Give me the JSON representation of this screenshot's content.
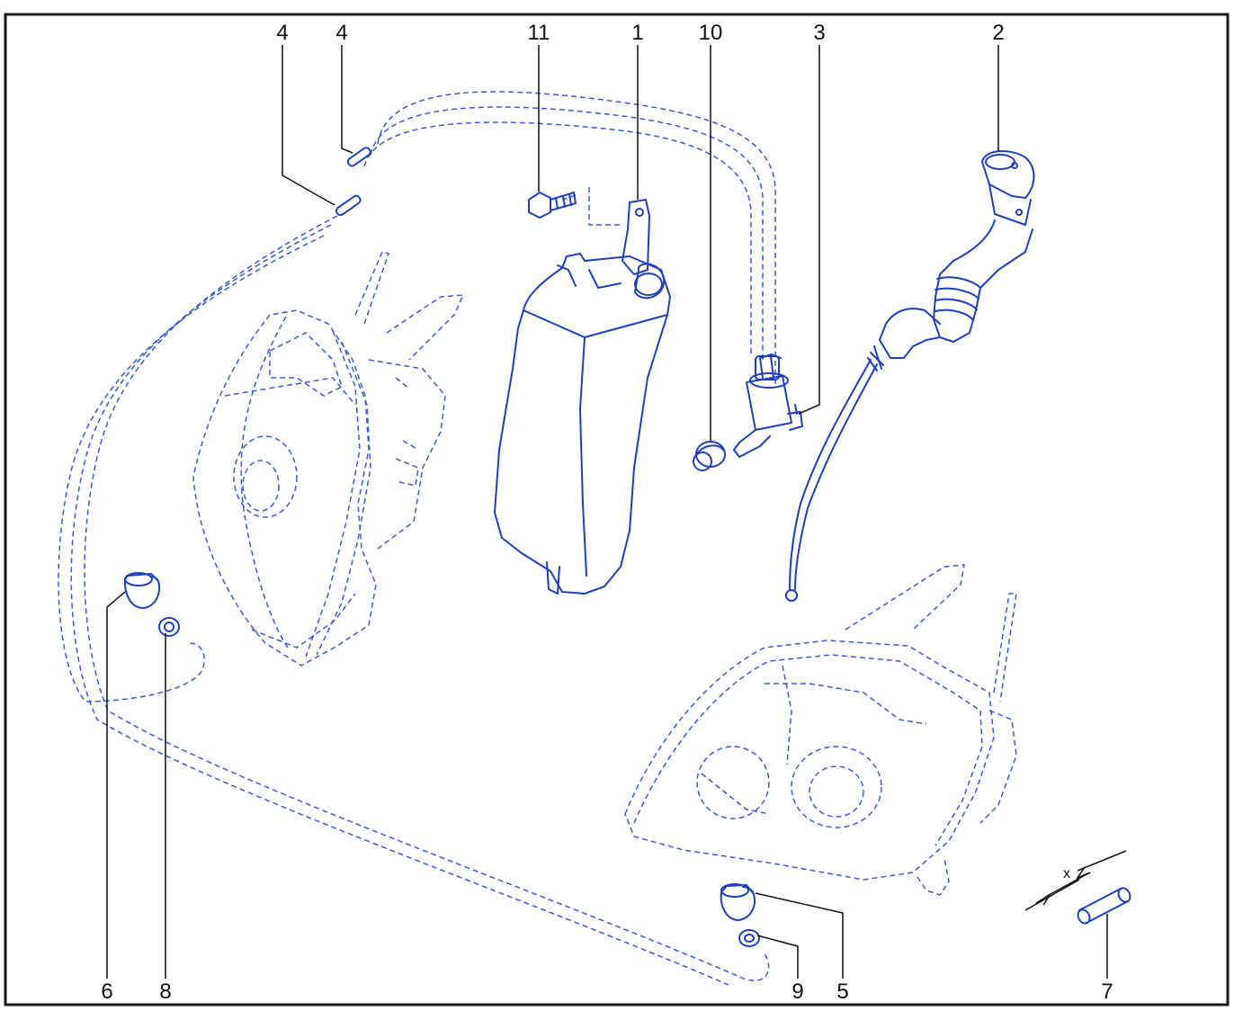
{
  "diagram": {
    "colors": {
      "line": "#1f3fbf",
      "dash": "#3a5bd0",
      "leader": "#111111",
      "frame": "#1a1a1a"
    },
    "callouts": {
      "c4a": "4",
      "c4b": "4",
      "c11": "11",
      "c1": "1",
      "c10": "10",
      "c3": "3",
      "c2": "2",
      "c6": "6",
      "c8": "8",
      "c9": "9",
      "c5": "5",
      "c7": "7"
    },
    "dimension_label": "x"
  }
}
